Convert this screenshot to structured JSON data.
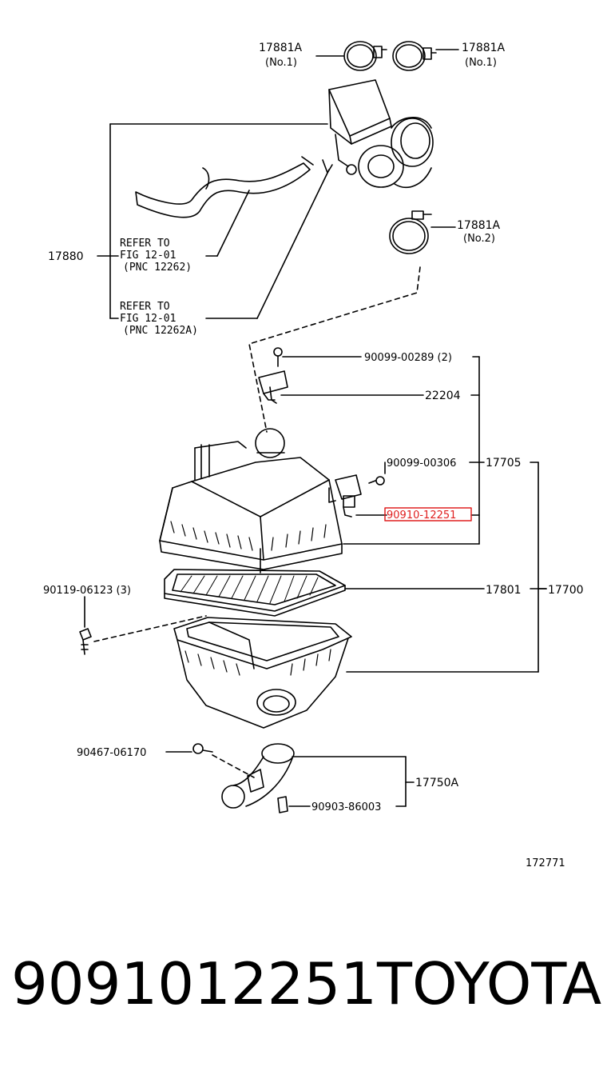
{
  "diagram": {
    "labels": {
      "clamp1_left": "17881A",
      "clamp1_left_sub": "(No.1)",
      "clamp1_right": "17881A",
      "clamp1_right_sub": "(No.1)",
      "clamp2": "17881A",
      "clamp2_sub": "(No.2)",
      "hose_assy": "17880",
      "ref1_l1": "REFER TO",
      "ref1_l2": "FIG 12-01",
      "ref1_l3": "(PNC 12262)",
      "ref2_l1": "REFER TO",
      "ref2_l2": "FIG 12-01",
      "ref2_l3": "(PNC 12262A)",
      "screw_289": "90099-00289 (2)",
      "sensor": "22204",
      "screw_306": "90099-00306",
      "cap_assy": "17705",
      "highlight_part": "90910-12251",
      "filter": "17801",
      "cleaner_assy": "17700",
      "bolt_123": "90119-06123 (3)",
      "bolt_170": "90467-06170",
      "inlet": "17750A",
      "clip": "90903-86003",
      "figure_no": "172771"
    },
    "highlight_color": "#e02020"
  },
  "footer": {
    "part_number": "9091012251",
    "brand": "TOYOTA"
  }
}
